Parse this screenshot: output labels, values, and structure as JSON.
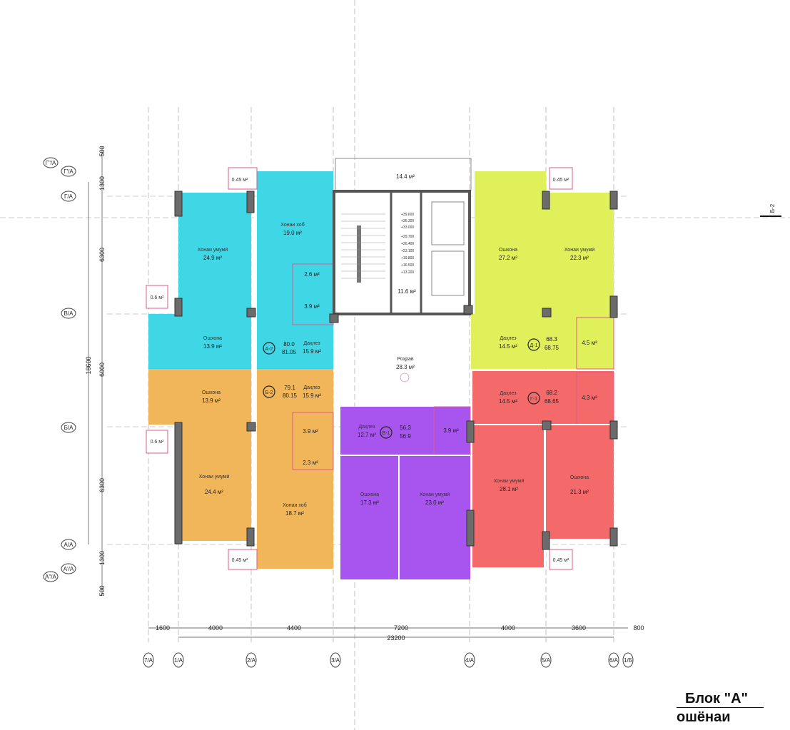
{
  "title": {
    "block": "Блок \"А\"",
    "subtitle": "ошёнаи намунави"
  },
  "colors": {
    "apt_a2": "#3fd6e6",
    "apt_d1": "#dff05a",
    "apt_b2": "#f2b65a",
    "apt_v1": "#a855f0",
    "apt_g1": "#f46a6a",
    "wall": "#6b6b6b"
  },
  "apartments": {
    "a2": {
      "code": "А-2",
      "area": "80.0",
      "area_total": "81.05",
      "rooms": [
        {
          "name": "Хонаи умумӣ",
          "area": "24.9 м²"
        },
        {
          "name": "Хонаи хоб",
          "area": "19.0 м²"
        },
        {
          "name": "Ошхона",
          "area": "13.9 м²"
        },
        {
          "name": "Даҳлез",
          "area": "15.9 м²"
        },
        {
          "name": "",
          "area": "2.6 м²"
        },
        {
          "name": "",
          "area": "3.9 м²"
        }
      ]
    },
    "d1": {
      "code": "Д-1",
      "area": "68.3",
      "area_total": "68.75",
      "rooms": [
        {
          "name": "Ошхона",
          "area": "27.2 м²"
        },
        {
          "name": "Хонаи умумӣ",
          "area": "22.3 м²"
        },
        {
          "name": "Даҳлез",
          "area": "14.5 м²"
        },
        {
          "name": "",
          "area": "4.5 м²"
        }
      ]
    },
    "b2": {
      "code": "Б-2",
      "area": "79.1",
      "area_total": "80.15",
      "rooms": [
        {
          "name": "Ошхона",
          "area": "13.9 м²"
        },
        {
          "name": "Даҳлез",
          "area": "15.9 м²"
        },
        {
          "name": "Хонаи умумӣ",
          "area": "24.4 м²"
        },
        {
          "name": "Хонаи хоб",
          "area": "18.7 м²"
        },
        {
          "name": "",
          "area": "3.9 м²"
        },
        {
          "name": "",
          "area": "2.3 м²"
        }
      ]
    },
    "v1": {
      "code": "В-1",
      "area": "56.3",
      "area_total": "56.9",
      "rooms": [
        {
          "name": "Даҳлез",
          "area": "12.7 м²"
        },
        {
          "name": "",
          "area": "3.9 м²"
        },
        {
          "name": "Ошхона",
          "area": "17.3 м²"
        },
        {
          "name": "Хонаи умумӣ",
          "area": "23.0 м²"
        }
      ]
    },
    "g1": {
      "code": "Г-1",
      "area": "68.2",
      "area_total": "68.65",
      "rooms": [
        {
          "name": "Даҳлез",
          "area": "14.5 м²"
        },
        {
          "name": "",
          "area": "4.3 м²"
        },
        {
          "name": "Хонаи умумӣ",
          "area": "28.1 м²"
        },
        {
          "name": "Ошхона",
          "area": "21.3 м²"
        }
      ]
    }
  },
  "core": {
    "top_area": "14.4 м²",
    "lobby_area": "11.6 м²",
    "corridor_name": "Роҳрав",
    "corridor_area": "28.3 м²",
    "levels": [
      "+39.600",
      "+36.300",
      "+33.000",
      "+29.700",
      "+26.400",
      "+23.100",
      "+19.800",
      "+16.500",
      "+13.200"
    ]
  },
  "balconies": [
    "0.45 м²",
    "0.45 м²",
    "0.45 м²",
    "0.45 м²",
    "0.6 м²",
    "0.6 м²"
  ],
  "section_mark": "Б-2",
  "dims_h": {
    "segments": [
      "1600",
      "4000",
      "4400",
      "7200",
      "4000",
      "3600",
      "800"
    ],
    "total": "23200"
  },
  "axes_h": [
    "7/А",
    "1/А",
    "2/А",
    "3/А",
    "4/А",
    "5/А",
    "6/А",
    "1/Б"
  ],
  "dims_v": {
    "segments": [
      "500",
      "1300",
      "6300",
      "6000",
      "6300",
      "1300",
      "500"
    ],
    "total": "18600"
  },
  "axes_v": [
    "Г\"/А",
    "Г'/А",
    "Г/А",
    "В/А",
    "Б/А",
    "А/А",
    "А'/А",
    "А\"/А"
  ]
}
